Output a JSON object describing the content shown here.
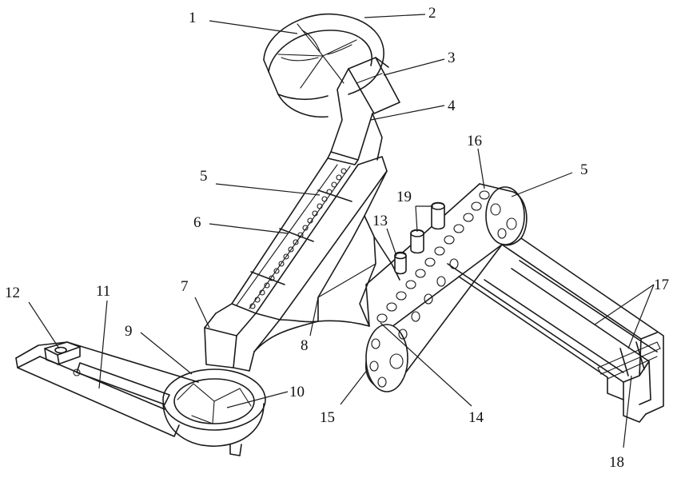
{
  "diagram": {
    "callouts": {
      "c1": "1",
      "c2": "2",
      "c3": "3",
      "c4": "4",
      "c5a": "5",
      "c5b": "5",
      "c6": "6",
      "c7": "7",
      "c8": "8",
      "c9": "9",
      "c10": "10",
      "c11": "11",
      "c12": "12",
      "c13": "13",
      "c14": "14",
      "c15": "15",
      "c16": "16",
      "c17": "17",
      "c18": "18",
      "c19": "19"
    }
  }
}
